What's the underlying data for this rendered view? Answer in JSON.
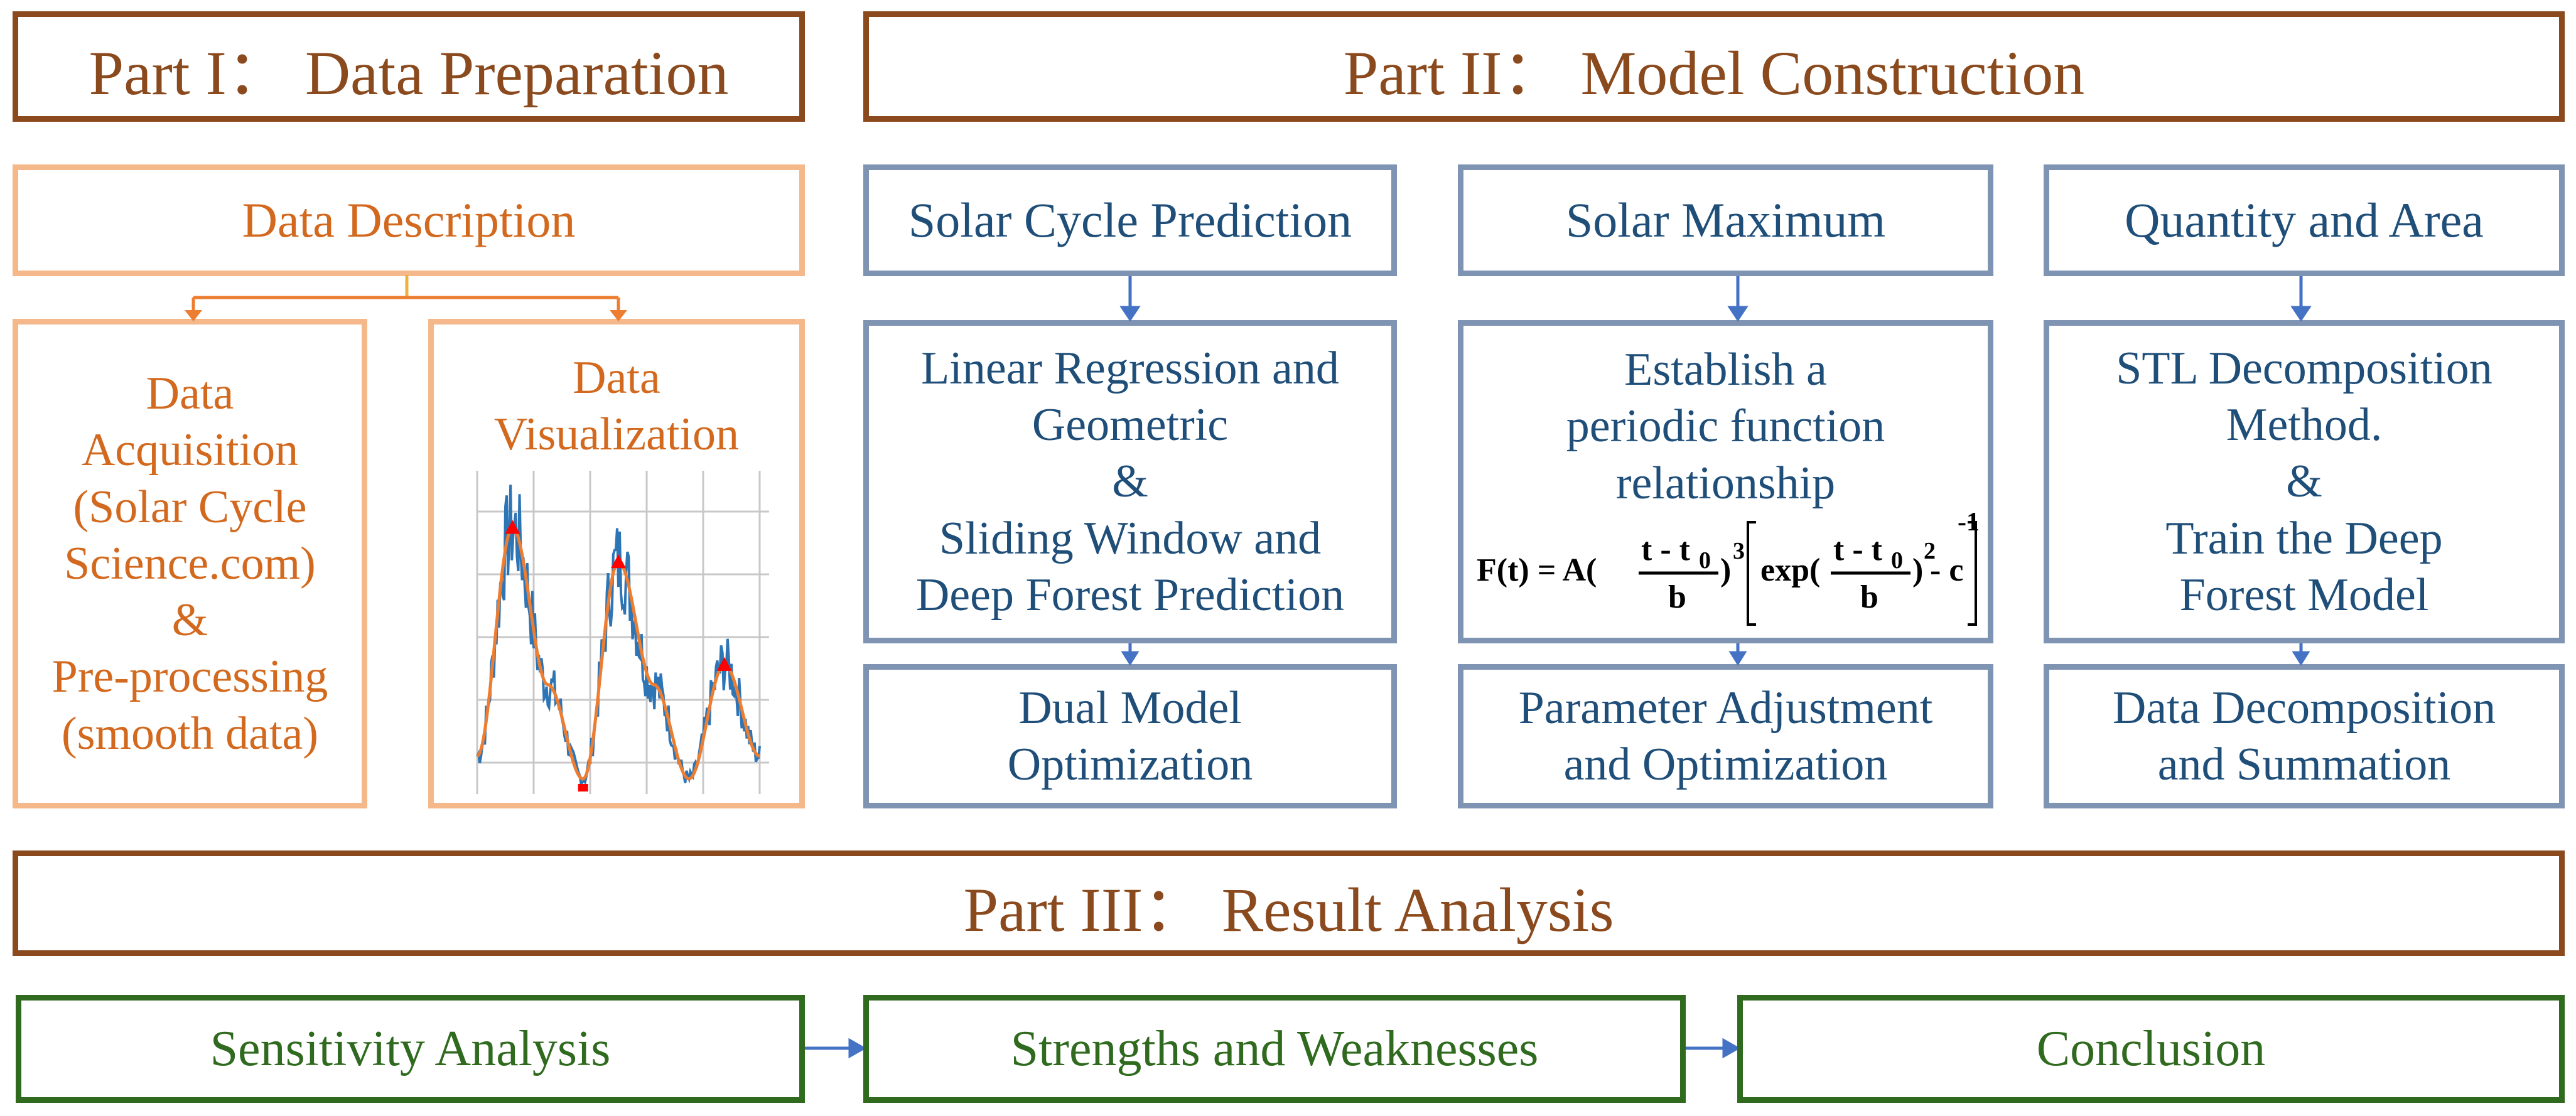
{
  "part1": {
    "title": "Part I： Data Preparation"
  },
  "part2": {
    "title": "Part II： Model Construction"
  },
  "part3": {
    "title": "Part III： Result Analysis"
  },
  "data_description": "Data Description",
  "data_acquisition": {
    "lines": [
      "Data",
      "Acquisition",
      "(Solar Cycle",
      "Science.com)",
      "&",
      "Pre-processing",
      "(smooth data)"
    ]
  },
  "data_visualization": {
    "lines": [
      "Data",
      "Visualization"
    ]
  },
  "col1": {
    "header": "Solar Cycle Prediction",
    "method_lines": [
      "Linear Regression and",
      "Geometric",
      "&",
      "Sliding Window and",
      "Deep Forest Prediction"
    ],
    "result_lines": [
      "Dual Model",
      "Optimization"
    ]
  },
  "col2": {
    "header": "Solar Maximum",
    "method_lines": [
      "Establish a",
      "periodic function",
      "relationship"
    ],
    "formula": {
      "lhs": "F(t) = A(",
      "num": "t - t",
      "sub0": "0",
      "den": "b",
      "pow3": "3",
      "exp": "exp(",
      "num2": "t - t",
      "sub02": "0",
      "den2": "b",
      "pow2": "2",
      "minus_c": " - c",
      "pow_neg1": "-1"
    },
    "result_lines": [
      "Parameter Adjustment",
      "and Optimization"
    ]
  },
  "col3": {
    "header": "Quantity and Area",
    "method_lines": [
      "STL Decomposition",
      "Method.",
      "&",
      "Train the Deep",
      "Forest Model"
    ],
    "result_lines": [
      "Data Decomposition",
      "and Summation"
    ]
  },
  "bottom": {
    "items": [
      "Sensitivity Analysis",
      "Strengths and Weaknesses",
      "Conclusion"
    ]
  },
  "colors": {
    "brown": "#8a4a1e",
    "orange_border": "#f5b88a",
    "orange_text": "#d2691e",
    "blue_border": "#7f93b2",
    "blue_text": "#1f4e79",
    "arrow_blue": "#4472c4",
    "green": "#2f6a1f",
    "chart_series_raw": "#2e75b6",
    "chart_series_smooth": "#ed7d31",
    "chart_peak_marker": "#ff0000"
  },
  "chart_data": {
    "type": "line",
    "title": "",
    "series": [
      {
        "values": [
          0.1,
          0.95,
          0.3,
          0.05,
          0.82,
          0.4,
          0.05,
          0.45,
          0.15
        ]
      },
      {
        "values": [
          0.1,
          0.9,
          0.35,
          0.02,
          0.78,
          0.35,
          0.02,
          0.42,
          0.1
        ]
      }
    ],
    "peaks": [
      0.9,
      0.78,
      0.42
    ],
    "grid": true
  }
}
